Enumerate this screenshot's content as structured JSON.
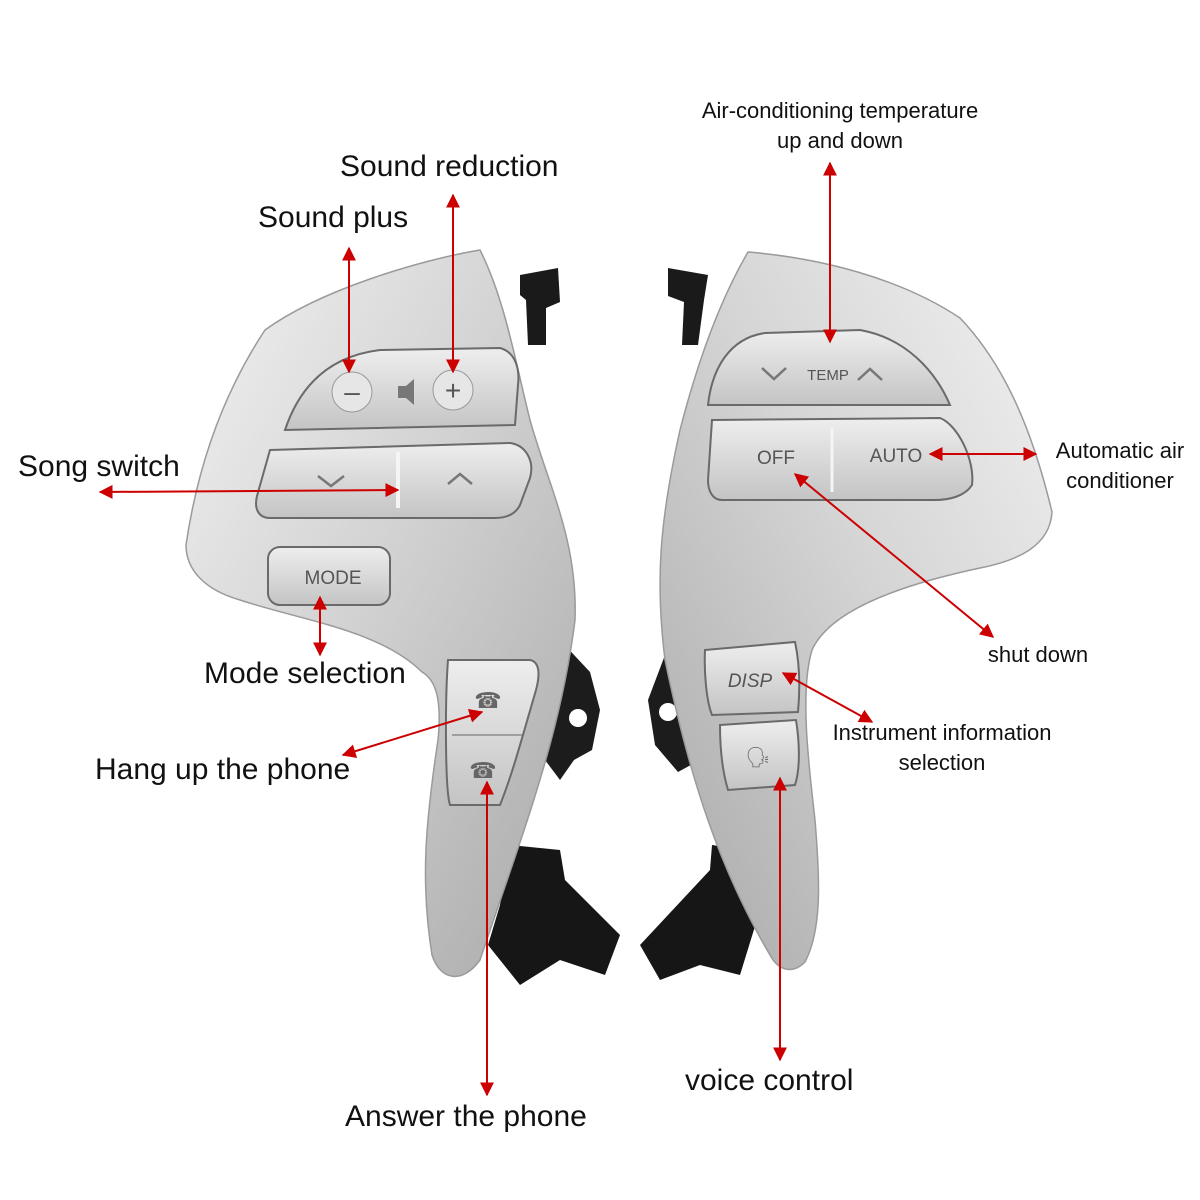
{
  "buttons": {
    "mode": "MODE",
    "temp": "TEMP",
    "off": "OFF",
    "auto": "AUTO",
    "disp": "DISP"
  },
  "callouts": {
    "sound_reduction": "Sound reduction",
    "sound_plus": "Sound plus",
    "song_switch": "Song switch",
    "mode_selection": "Mode selection",
    "hang_up": "Hang up the phone",
    "answer": "Answer the phone",
    "air_temp": [
      "Air-conditioning temperature",
      "up and down"
    ],
    "auto_air": [
      "Automatic air",
      "conditioner"
    ],
    "shut_down": "shut down",
    "instrument_info": [
      "Instrument information",
      "selection"
    ],
    "voice_control": "voice control"
  },
  "icons": [
    "minus-icon",
    "plus-icon",
    "speaker-icon",
    "chevron-down-icon",
    "chevron-up-icon",
    "hang-up-phone-icon",
    "answer-phone-icon",
    "voice-icon"
  ],
  "colors": {
    "arrow": "#cc0000",
    "silver": "#d9d9d9",
    "bracket": "#1a1a1a"
  }
}
